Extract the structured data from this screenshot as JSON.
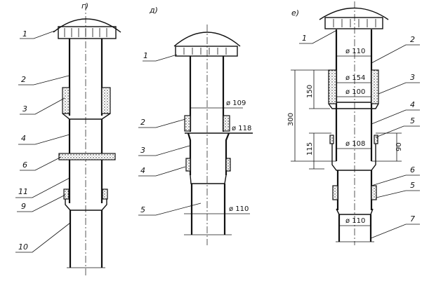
{
  "figures": [
    {
      "label": "г)",
      "callouts": [
        "1",
        "2",
        "3",
        "4",
        "6",
        "11",
        "9",
        "10"
      ]
    },
    {
      "label": "д)",
      "callouts": [
        "1",
        "2",
        "3",
        "4",
        "5"
      ],
      "dimensions": [
        "ø 109",
        "ø 118",
        "ø 110"
      ]
    },
    {
      "label": "е)",
      "callouts": [
        "1",
        "2",
        "3",
        "4",
        "5",
        "6",
        "5",
        "7"
      ],
      "dimensions": [
        "ø 110",
        "ø 154",
        "ø 100",
        "ø 108",
        "ø 110"
      ],
      "lengths": [
        "300",
        "150",
        "115",
        "90"
      ]
    }
  ]
}
